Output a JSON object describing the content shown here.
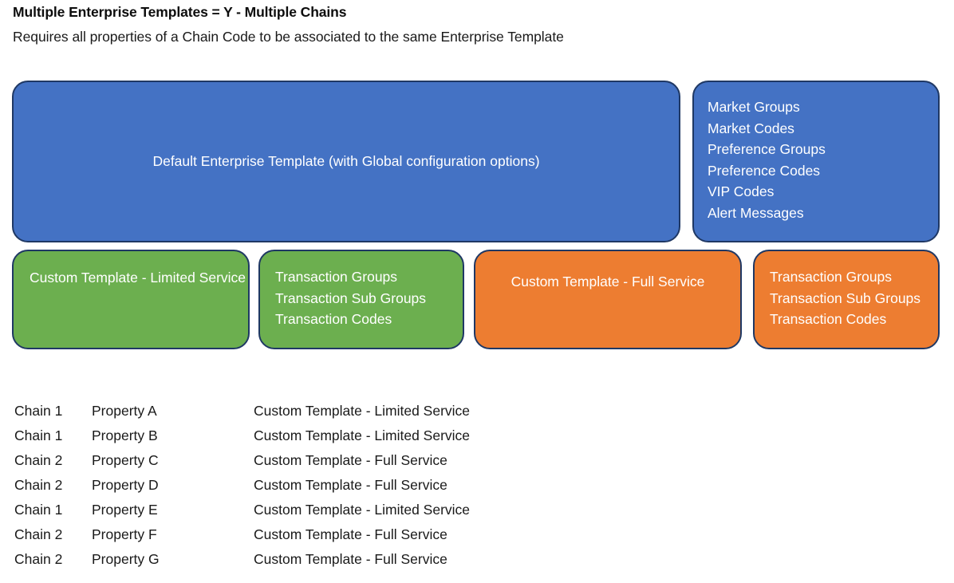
{
  "heading": {
    "title": "Multiple Enterprise Templates = Y - Multiple Chains",
    "subtitle": "Requires all properties of a Chain Code to be associated to the same Enterprise Template"
  },
  "colors": {
    "blue": "#4472C4",
    "green": "#6CAF4F",
    "orange": "#ED7D31",
    "border": "#1F3864",
    "shape_text": "#FFFFFF",
    "body_text": "#1A1A1A"
  },
  "diagram": {
    "row_enterprise": [
      {
        "id": "default-template",
        "label": "Default Enterprise Template (with Global configuration options)",
        "color": "blue"
      },
      {
        "id": "global-codes",
        "label": "Market Groups\nMarket Codes\nPreference Groups\nPreference Codes\nVIP Codes\nAlert Messages",
        "color": "blue"
      }
    ],
    "row_custom": [
      {
        "id": "limited-service",
        "label": "Custom Template - Limited Service",
        "color": "green"
      },
      {
        "id": "limited-transactions",
        "label": "Transaction Groups\nTransaction Sub Groups\nTransaction Codes",
        "color": "green"
      },
      {
        "id": "full-service",
        "label": "Custom Template - Full Service",
        "color": "orange"
      },
      {
        "id": "full-transactions",
        "label": "Transaction Groups\nTransaction Sub Groups\nTransaction Codes",
        "color": "orange"
      }
    ]
  },
  "property_table": {
    "rows": [
      {
        "chain": "Chain 1",
        "property": "Property A",
        "template": "Custom Template - Limited Service"
      },
      {
        "chain": "Chain 1",
        "property": "Property B",
        "template": "Custom Template - Limited Service"
      },
      {
        "chain": "Chain 2",
        "property": "Property C",
        "template": "Custom Template - Full Service"
      },
      {
        "chain": "Chain 2",
        "property": "Property D",
        "template": "Custom Template - Full Service"
      },
      {
        "chain": "Chain 1",
        "property": "Property E",
        "template": "Custom Template - Limited Service"
      },
      {
        "chain": "Chain 2",
        "property": "Property F",
        "template": "Custom Template - Full Service"
      },
      {
        "chain": "Chain 2",
        "property": "Property G",
        "template": "Custom Template - Full Service"
      }
    ]
  }
}
